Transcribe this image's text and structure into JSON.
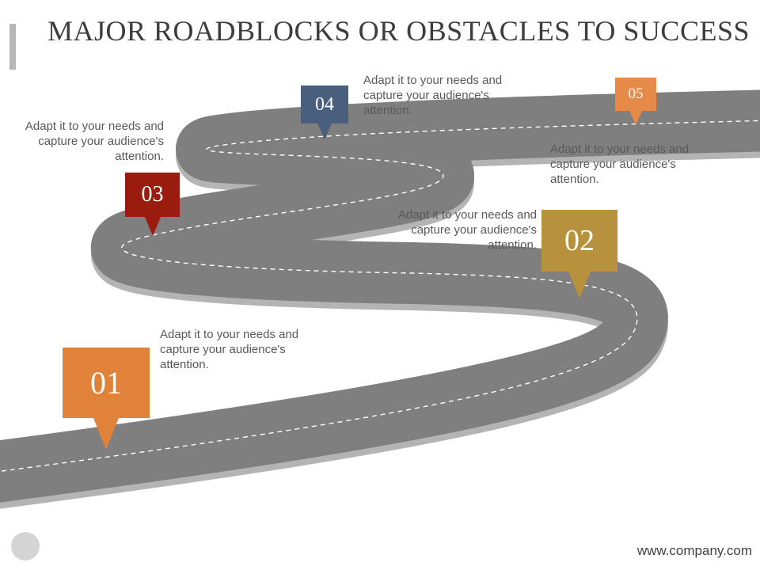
{
  "title": "MAJOR ROADBLOCKS OR OBSTACLES TO SUCCESS",
  "colors": {
    "road": "#7f7f7f",
    "road_shadow": "#b4b4b4",
    "marker_01": "#e0823a",
    "marker_02": "#b8913e",
    "marker_03": "#9a1c0e",
    "marker_04": "#4a5f7e",
    "marker_05": "#e58a48"
  },
  "steps": [
    {
      "number": "01",
      "text": "Adapt it to your needs and capture your audience's attention."
    },
    {
      "number": "02",
      "text": "Adapt it to your needs and capture your audience's attention."
    },
    {
      "number": "03",
      "text": "Adapt it to your needs and capture your audience's attention."
    },
    {
      "number": "04",
      "text": "Adapt it to your needs and capture your audience's attention."
    },
    {
      "number": "05",
      "text": "Adapt it to your needs and capture your audience's attention."
    }
  ],
  "footer": {
    "url": "www.company.com"
  }
}
